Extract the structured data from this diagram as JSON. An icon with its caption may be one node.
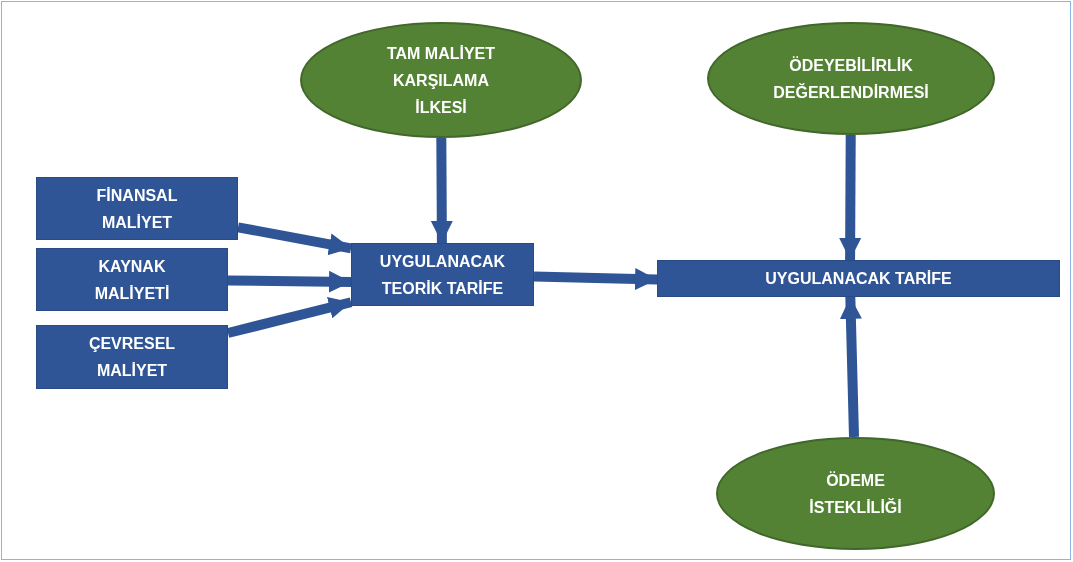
{
  "diagram": {
    "nodes": [
      {
        "text": [
          "TAM MALİYET KARŞILAMA İLKESİ"
        ]
      },
      {
        "text": [
          "ÖDEYEBİLİRLİK DEĞERLENDİRMESİ"
        ]
      },
      {
        "text": [
          "FİNANSAL MALİYET"
        ]
      },
      {
        "text": [
          "KAYNAK MALİYETİ"
        ]
      },
      {
        "text": [
          "ÇEVRESEL MALİYET"
        ]
      },
      {
        "text": [
          "UYGULANACAK TEORİK TARİFE"
        ]
      },
      {
        "text": [
          "UYGULANACAK TARİFE"
        ]
      },
      {
        "text": [
          "ÖDEME İSTEKLİLİĞİ"
        ]
      }
    ],
    "edges": [
      {
        "from": 2,
        "to": 5,
        "arrow": "to"
      },
      {
        "from": 3,
        "to": 5,
        "arrow": "to"
      },
      {
        "from": 4,
        "to": 5,
        "arrow": "to"
      },
      {
        "from": 0,
        "to": 5,
        "arrow": "to"
      },
      {
        "from": 5,
        "to": 6,
        "arrow": "to"
      },
      {
        "from": 1,
        "to": 6,
        "arrow": "to"
      },
      {
        "from": 7,
        "to": 6,
        "arrow": "to"
      }
    ]
  }
}
